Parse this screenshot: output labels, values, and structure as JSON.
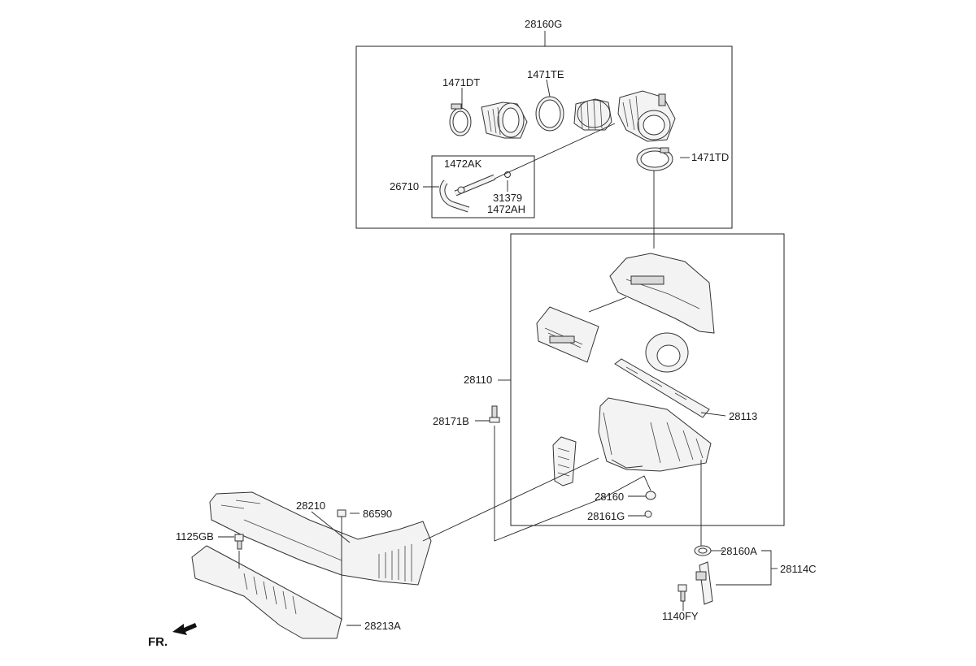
{
  "labels": {
    "l28160G": "28160G",
    "l1471DT": "1471DT",
    "l1471TE": "1471TE",
    "l1472AK": "1472AK",
    "l26710": "26710",
    "l31379": "31379",
    "l1472AH": "1472AH",
    "l1471TD": "1471TD",
    "l28110": "28110",
    "l28113": "28113",
    "l28171B": "28171B",
    "l28160": "28160",
    "l28161G": "28161G",
    "l28210": "28210",
    "l86590": "86590",
    "l1125GB": "1125GB",
    "l28213A": "28213A",
    "l28160A": "28160A",
    "l28114C": "28114C",
    "l1140FY": "1140FY",
    "fr": "FR."
  },
  "icons": {
    "front_arrow": "front-direction-arrow-icon"
  }
}
